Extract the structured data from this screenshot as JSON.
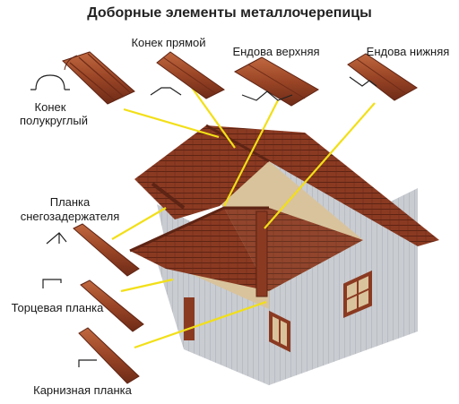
{
  "title": "Доборные элементы металлочерепицы",
  "labels": {
    "ridge_round_1": "Конек",
    "ridge_round_2": "полукруглый",
    "ridge_straight": "Конек прямой",
    "valley_upper": "Ендова верхняя",
    "valley_lower": "Ендова нижняя",
    "snow_1": "Планка",
    "snow_2": "снегозадержателя",
    "end_plank": "Торцевая планка",
    "eave_plank": "Карнизная планка"
  },
  "colors": {
    "roof": "#8b3a22",
    "roof_dark": "#5e2414",
    "wall": "#c9ccd1",
    "attic": "#d9c39c",
    "leader": "#f2df17",
    "trim": "#ffffff",
    "window": "#8b3a22"
  }
}
